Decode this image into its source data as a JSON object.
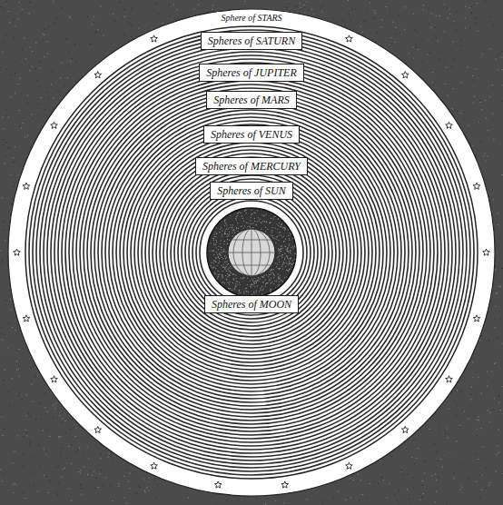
{
  "diagram": {
    "nodes": [
      {
        "text": [
          "Sphere of STARS"
        ]
      },
      {
        "text": [
          "Spheres of SATURN"
        ]
      },
      {
        "text": [
          "Spheres of JUPITER"
        ]
      },
      {
        "text": [
          "Spheres of MARS"
        ]
      },
      {
        "text": [
          "Spheres of VENUS"
        ]
      },
      {
        "text": [
          "Spheres of MERCURY"
        ]
      },
      {
        "text": [
          "Spheres of SUN"
        ]
      },
      {
        "text": [
          "Spheres of MOON"
        ]
      }
    ]
  }
}
